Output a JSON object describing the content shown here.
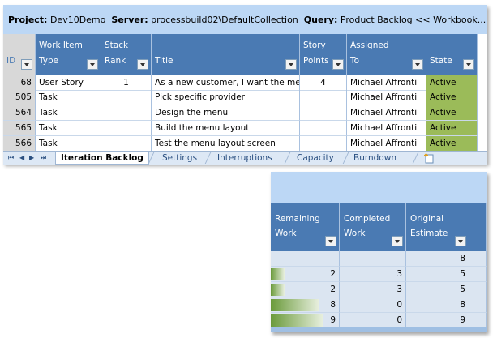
{
  "info": {
    "project_label": "Project:",
    "project_value": "Dev10Demo",
    "server_label": "Server:",
    "server_value": "processbuild02\\DefaultCollection",
    "query_label": "Query:",
    "query_value": "Product Backlog << Workbook..."
  },
  "columns": {
    "id": {
      "l1": "",
      "l2": "ID"
    },
    "type": {
      "l1": "Work Item",
      "l2": "Type"
    },
    "rank": {
      "l1": "Stack",
      "l2": "Rank"
    },
    "title": {
      "l1": "",
      "l2": "Title"
    },
    "points": {
      "l1": "Story",
      "l2": "Points"
    },
    "assigned": {
      "l1": "Assigned",
      "l2": "To"
    },
    "state": {
      "l1": "",
      "l2": "State"
    }
  },
  "rows": [
    {
      "id": "68",
      "type": "User Story",
      "rank": "1",
      "title": "As a new customer, I want the me",
      "points": "4",
      "assigned": "Michael Affronti",
      "state": "Active"
    },
    {
      "id": "505",
      "type": "Task",
      "rank": "",
      "title": "Pick specific provider",
      "points": "",
      "assigned": "Michael Affronti",
      "state": "Active"
    },
    {
      "id": "564",
      "type": "Task",
      "rank": "",
      "title": "Design the menu",
      "points": "",
      "assigned": "Michael Affronti",
      "state": "Active"
    },
    {
      "id": "565",
      "type": "Task",
      "rank": "",
      "title": "Build the menu layout",
      "points": "",
      "assigned": "Michael Affronti",
      "state": "Active"
    },
    {
      "id": "566",
      "type": "Task",
      "rank": "",
      "title": "Test the menu layout screen",
      "points": "",
      "assigned": "Michael Affronti",
      "state": "Active"
    }
  ],
  "tabs": {
    "nav_first": "⏮",
    "nav_prev": "◀",
    "nav_next": "▶",
    "nav_last": "⏭",
    "items": [
      "Iteration Backlog",
      "Settings",
      "Interruptions",
      "Capacity",
      "Burndown"
    ],
    "selected": "Iteration Backlog",
    "new_sheet_icon": "new-sheet-icon"
  },
  "work": {
    "columns": {
      "remaining": {
        "l1": "Remaining",
        "l2": "Work"
      },
      "completed": {
        "l1": "Completed",
        "l2": "Work"
      },
      "original": {
        "l1": "Original",
        "l2": "Estimate"
      }
    },
    "rows": [
      {
        "remaining": "",
        "completed": "",
        "original": "8",
        "bar": 0
      },
      {
        "remaining": "2",
        "completed": "3",
        "original": "5",
        "bar": 0.2
      },
      {
        "remaining": "2",
        "completed": "3",
        "original": "5",
        "bar": 0.2
      },
      {
        "remaining": "8",
        "completed": "0",
        "original": "8",
        "bar": 0.72
      },
      {
        "remaining": "9",
        "completed": "0",
        "original": "9",
        "bar": 0.78
      }
    ]
  },
  "colors": {
    "header_blue": "#4a7ab3",
    "info_blue": "#bcd7f5",
    "active_green": "#9bbb59",
    "data_bar": "#6a9a3a"
  }
}
